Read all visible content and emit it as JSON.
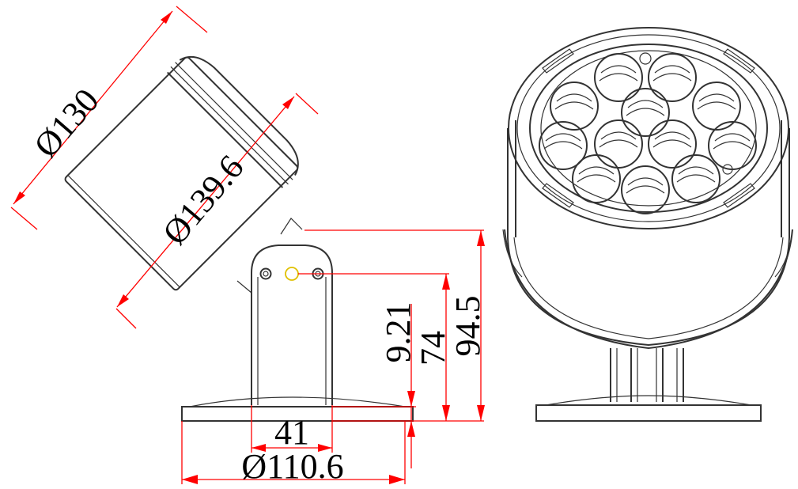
{
  "dimensions": {
    "head_diameter": "Ø130",
    "bezel_diameter": "Ø139.6",
    "pivot_offset": "9.21",
    "pivot_height": "74",
    "total_height": "94.5",
    "bracket_width": "41",
    "base_diameter": "Ø110.6"
  },
  "colors": {
    "line": "#333333",
    "dimension": "#ff0000",
    "pivot_highlight": "#e0c000"
  }
}
